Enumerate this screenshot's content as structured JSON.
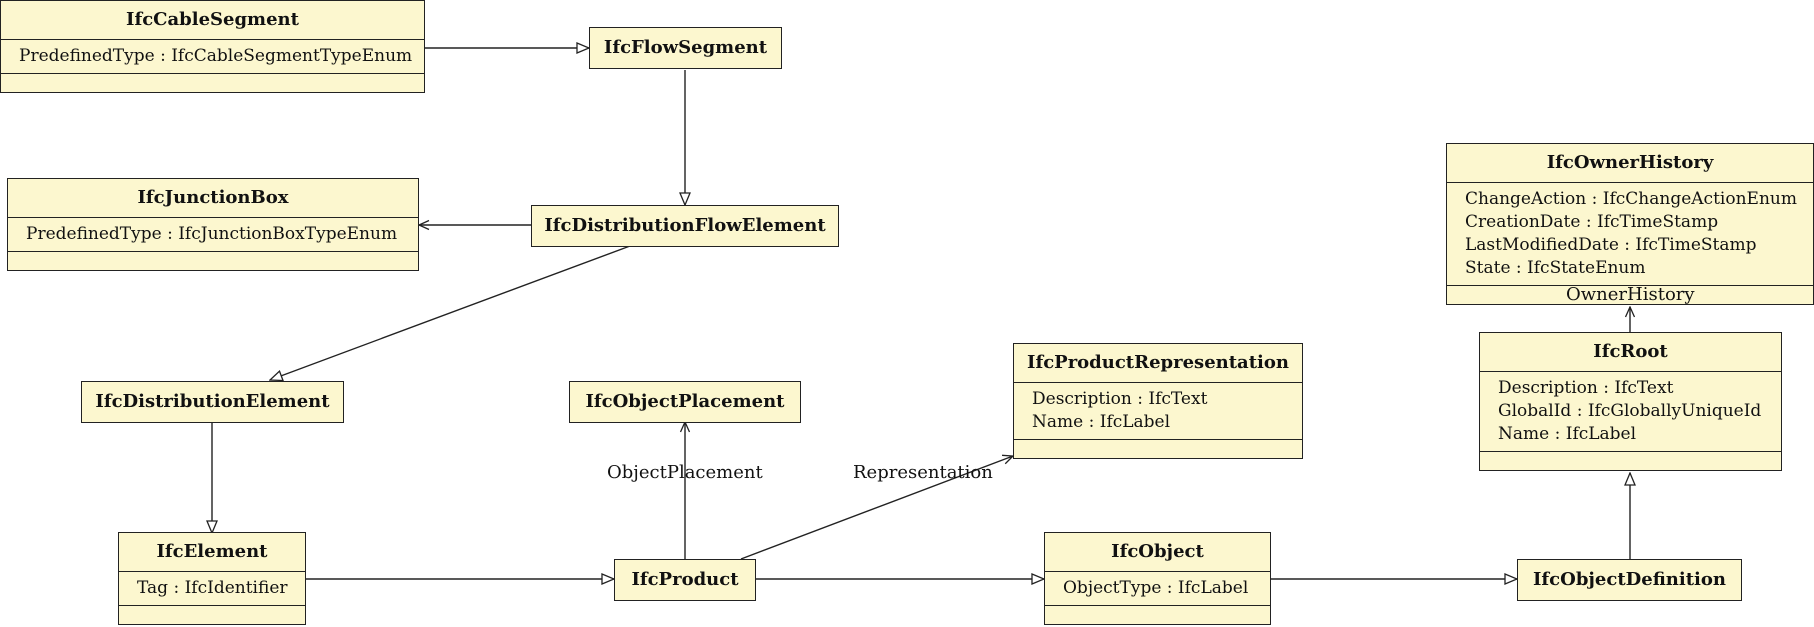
{
  "classes": {
    "cable_segment": {
      "name": "IfcCableSegment",
      "attrs": [
        "PredefinedType : IfcCableSegmentTypeEnum"
      ]
    },
    "flow_segment": {
      "name": "IfcFlowSegment"
    },
    "junction_box": {
      "name": "IfcJunctionBox",
      "attrs": [
        "PredefinedType : IfcJunctionBoxTypeEnum"
      ]
    },
    "distribution_flow_element": {
      "name": "IfcDistributionFlowElement"
    },
    "owner_history": {
      "name": "IfcOwnerHistory",
      "attrs": [
        "ChangeAction : IfcChangeActionEnum",
        "CreationDate : IfcTimeStamp",
        "LastModifiedDate : IfcTimeStamp",
        "State : IfcStateEnum"
      ]
    },
    "distribution_element": {
      "name": "IfcDistributionElement"
    },
    "object_placement": {
      "name": "IfcObjectPlacement"
    },
    "product_representation": {
      "name": "IfcProductRepresentation",
      "attrs": [
        "Description : IfcText",
        "Name : IfcLabel"
      ]
    },
    "root": {
      "name": "IfcRoot",
      "attrs": [
        "Description : IfcText",
        "GlobalId : IfcGloballyUniqueId",
        "Name : IfcLabel"
      ]
    },
    "element": {
      "name": "IfcElement",
      "attrs": [
        "Tag : IfcIdentifier"
      ]
    },
    "product": {
      "name": "IfcProduct"
    },
    "object": {
      "name": "IfcObject",
      "attrs": [
        "ObjectType : IfcLabel"
      ]
    },
    "object_definition": {
      "name": "IfcObjectDefinition"
    }
  },
  "association_labels": {
    "owner_history": "OwnerHistory",
    "object_placement": "ObjectPlacement",
    "representation": "Representation"
  },
  "colors": {
    "class_fill": "#fcf7cf",
    "stroke": "#222222"
  }
}
